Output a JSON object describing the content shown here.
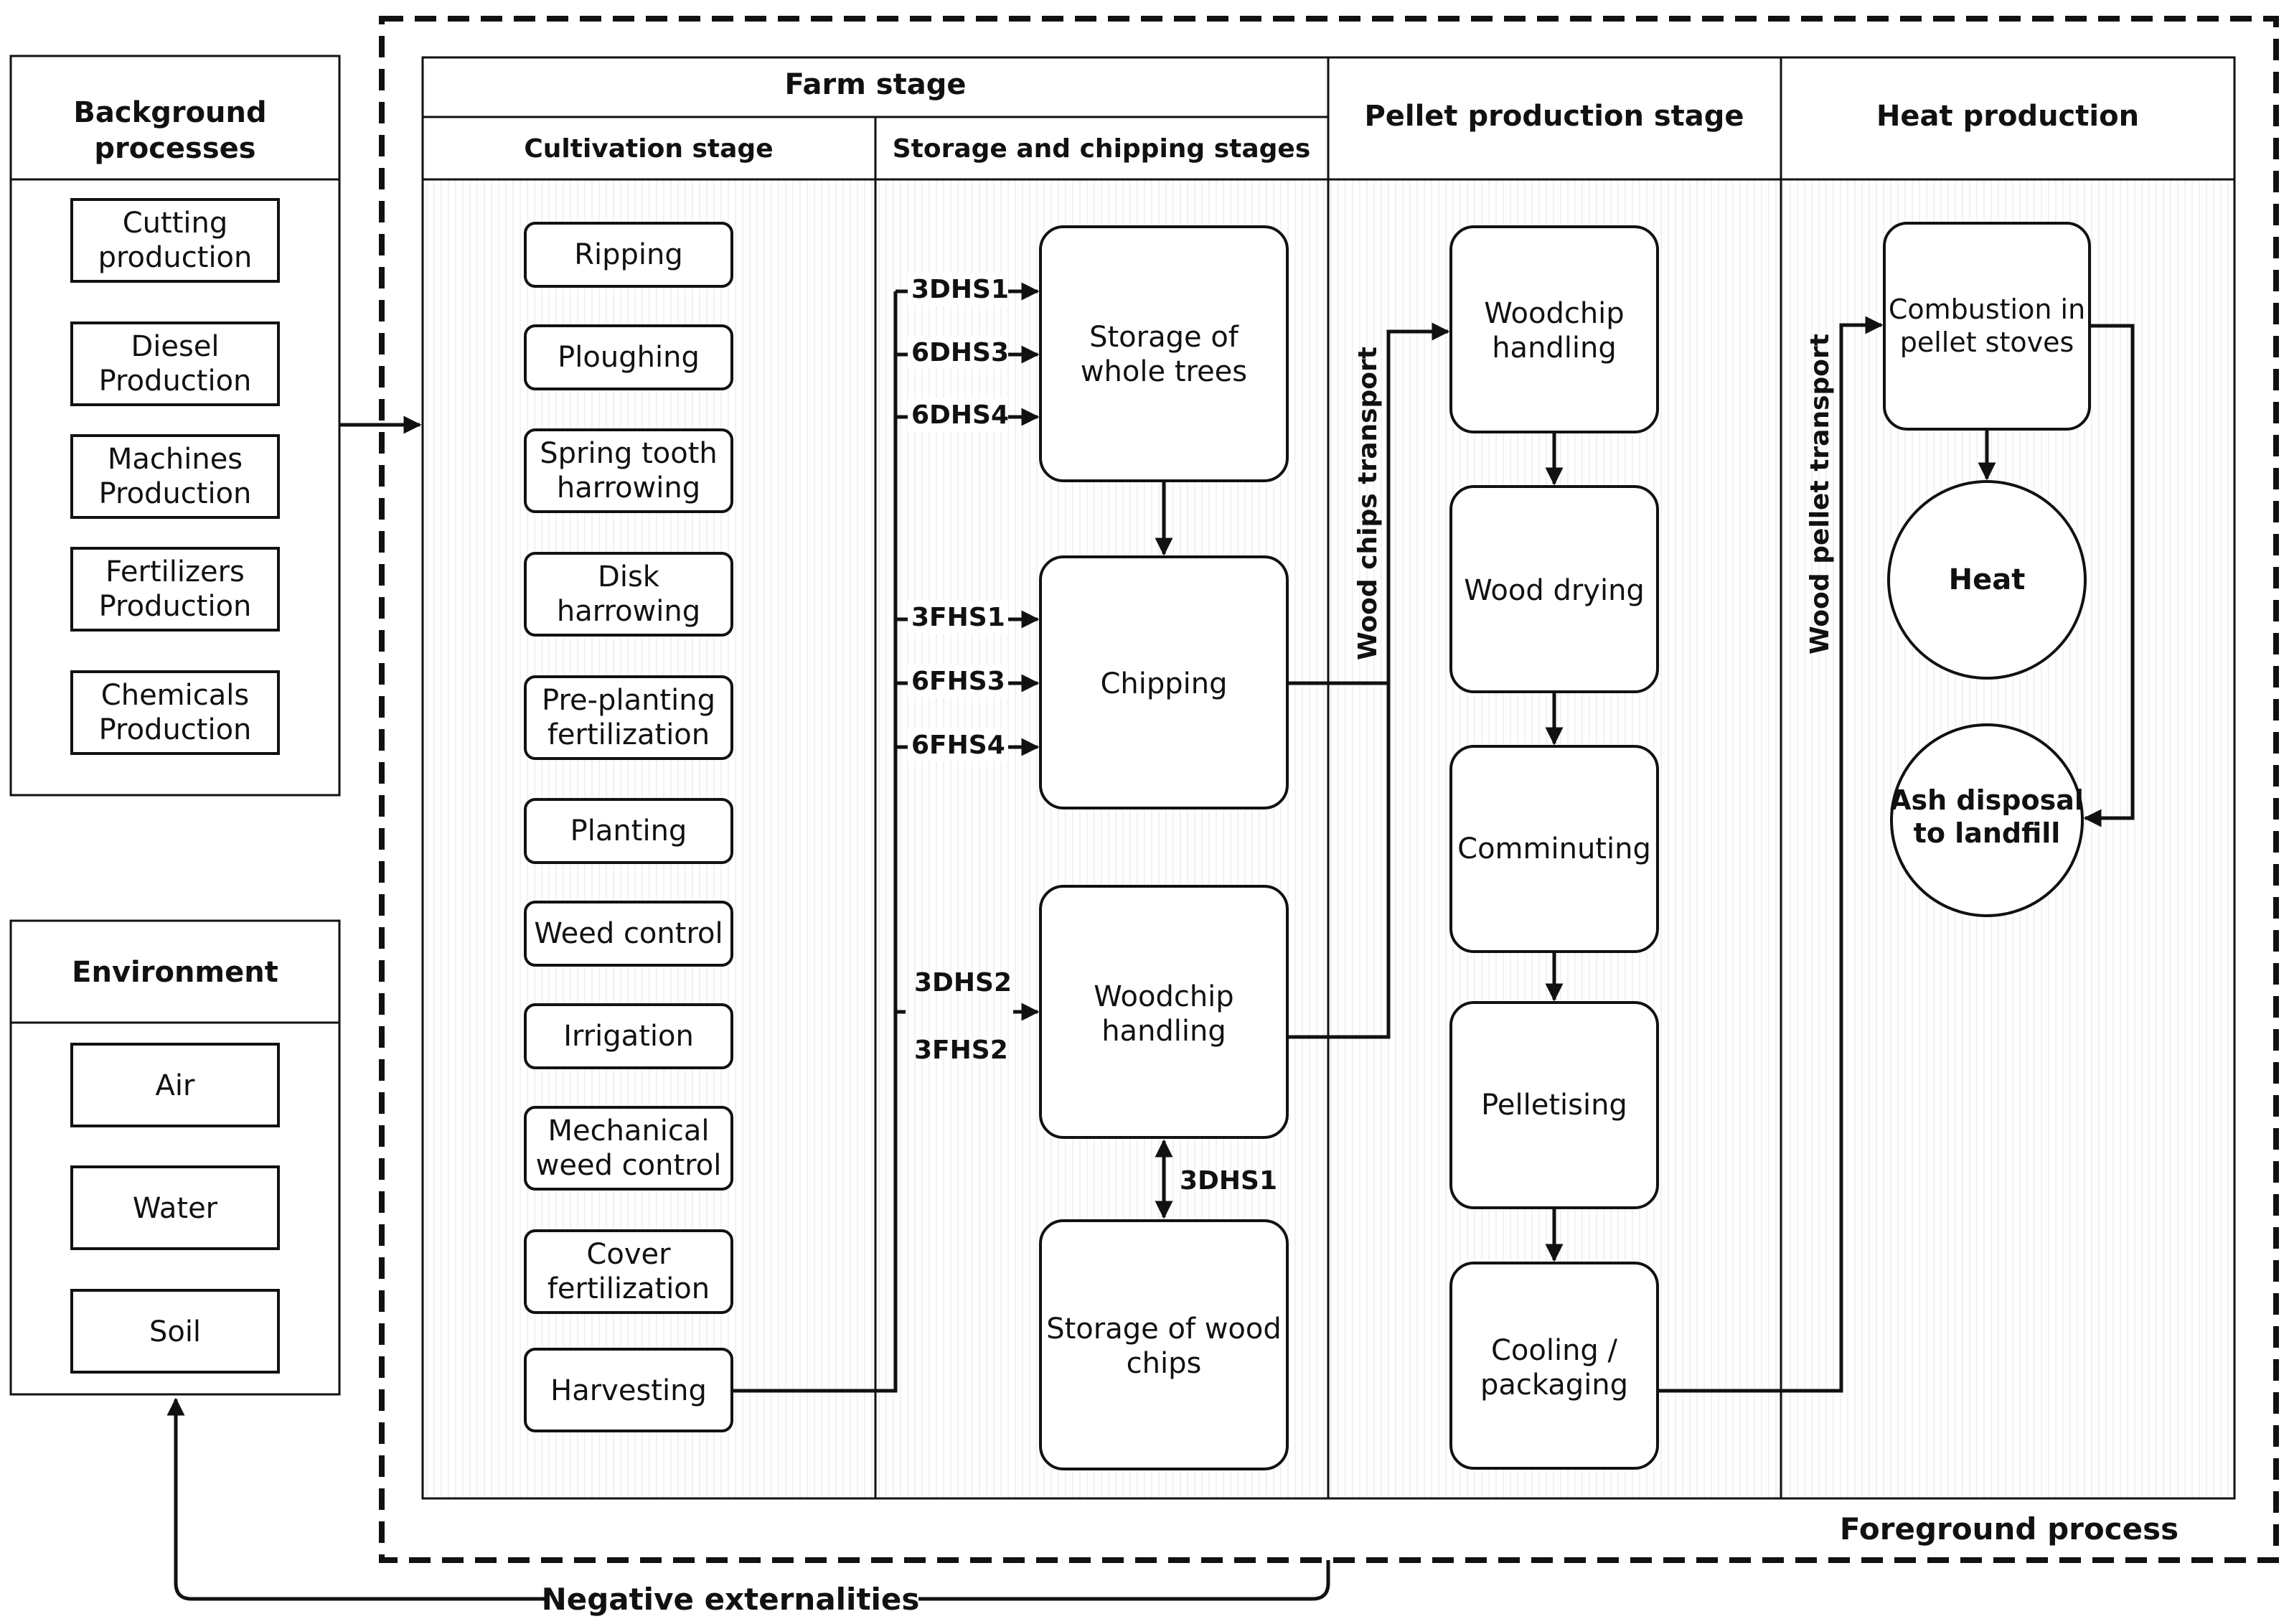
{
  "background": {
    "title_lines": [
      "Background",
      "processes"
    ],
    "items": [
      [
        "Cutting",
        "production"
      ],
      [
        "Diesel",
        "Production"
      ],
      [
        "Machines",
        "Production"
      ],
      [
        "Fertilizers",
        "Production"
      ],
      [
        "Chemicals",
        "Production"
      ]
    ]
  },
  "environment": {
    "title": "Environment",
    "items": [
      "Air",
      "Water",
      "Soil"
    ]
  },
  "stages": {
    "farm": "Farm stage",
    "cultivation": "Cultivation stage",
    "storage_chipping": "Storage and chipping stages",
    "pellet": "Pellet production stage",
    "heat": "Heat production"
  },
  "cultivation_steps": [
    [
      "Ripping"
    ],
    [
      "Ploughing"
    ],
    [
      "Spring tooth",
      "harrowing"
    ],
    [
      "Disk",
      "harrowing"
    ],
    [
      "Pre-planting",
      "fertilization"
    ],
    [
      "Planting"
    ],
    [
      "Weed control"
    ],
    [
      "Irrigation"
    ],
    [
      "Mechanical",
      "weed control"
    ],
    [
      "Cover",
      "fertilization"
    ],
    [
      "Harvesting"
    ]
  ],
  "storage_boxes": {
    "whole_trees": [
      "Storage of",
      "whole trees"
    ],
    "chipping": [
      "Chipping"
    ],
    "woodchip_handling": [
      "Woodchip",
      "handling"
    ],
    "wood_chips": [
      "Storage of wood",
      "chips"
    ]
  },
  "flow_labels": {
    "trees": [
      "3DHS1",
      "6DHS3",
      "6DHS4"
    ],
    "chipping": [
      "3FHS1",
      "6FHS3",
      "6FHS4"
    ],
    "handling": [
      "3DHS2",
      "3FHS2"
    ],
    "storage_link": "3DHS1"
  },
  "pellet_steps": [
    [
      "Woodchip",
      "handling"
    ],
    [
      "Wood drying"
    ],
    [
      "Comminuting"
    ],
    [
      "Pelletising"
    ],
    [
      "Cooling /",
      "packaging"
    ]
  ],
  "heat_nodes": {
    "combustion": [
      "Combustion in",
      "pellet stoves"
    ],
    "heat": "Heat",
    "ash": [
      "Ash disposal",
      "to landfill"
    ]
  },
  "transport": {
    "chips": "Wood chips transport",
    "pellets": "Wood pellet transport"
  },
  "foreground_label": "Foreground process",
  "externalities_label": "Negative externalities"
}
